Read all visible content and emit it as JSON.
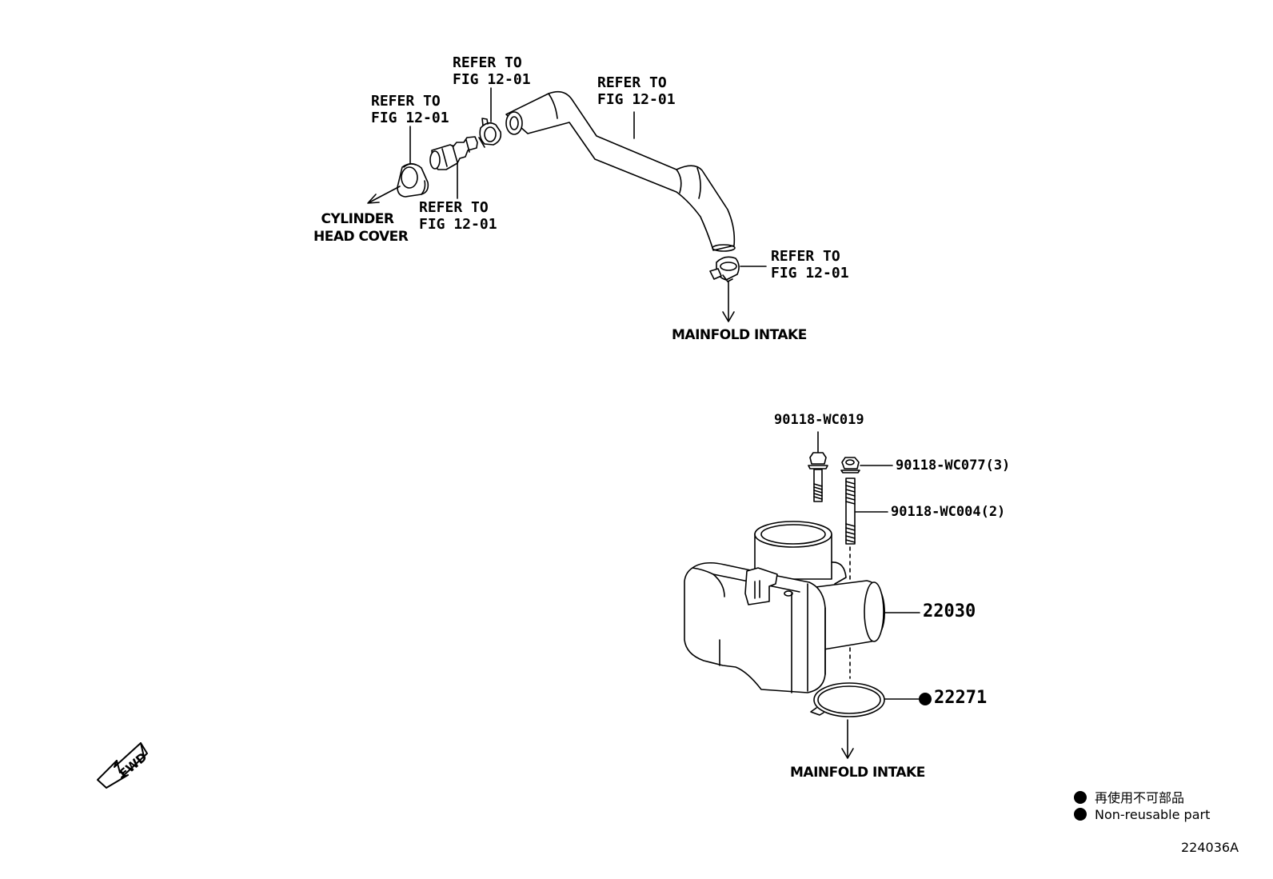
{
  "pcv": {
    "ref_grommet": [
      "REFER TO",
      "FIG 12-01"
    ],
    "ref_valve": [
      "REFER TO",
      "FIG 12-01"
    ],
    "ref_clip_upper": [
      "REFER TO",
      "FIG 12-01"
    ],
    "ref_hose": [
      "REFER TO",
      "FIG 12-01"
    ],
    "ref_clip_lower": [
      "REFER TO",
      "FIG 12-01"
    ],
    "cylinder_head_cover": [
      "CYLINDER",
      "HEAD COVER"
    ],
    "manifold_intake_upper": "MAINFOLD INTAKE"
  },
  "throttle": {
    "bolt": "90118-WC019",
    "nut": "90118-WC077(3)",
    "stud": "90118-WC004(2)",
    "body": "22030",
    "gasket": "22271",
    "manifold_intake_lower": "MAINFOLD INTAKE"
  },
  "fwd_label": "FWD",
  "legend": {
    "japanese": "再使用不可部品",
    "english": "Non-reusable part"
  },
  "diagram_code": "224036A"
}
